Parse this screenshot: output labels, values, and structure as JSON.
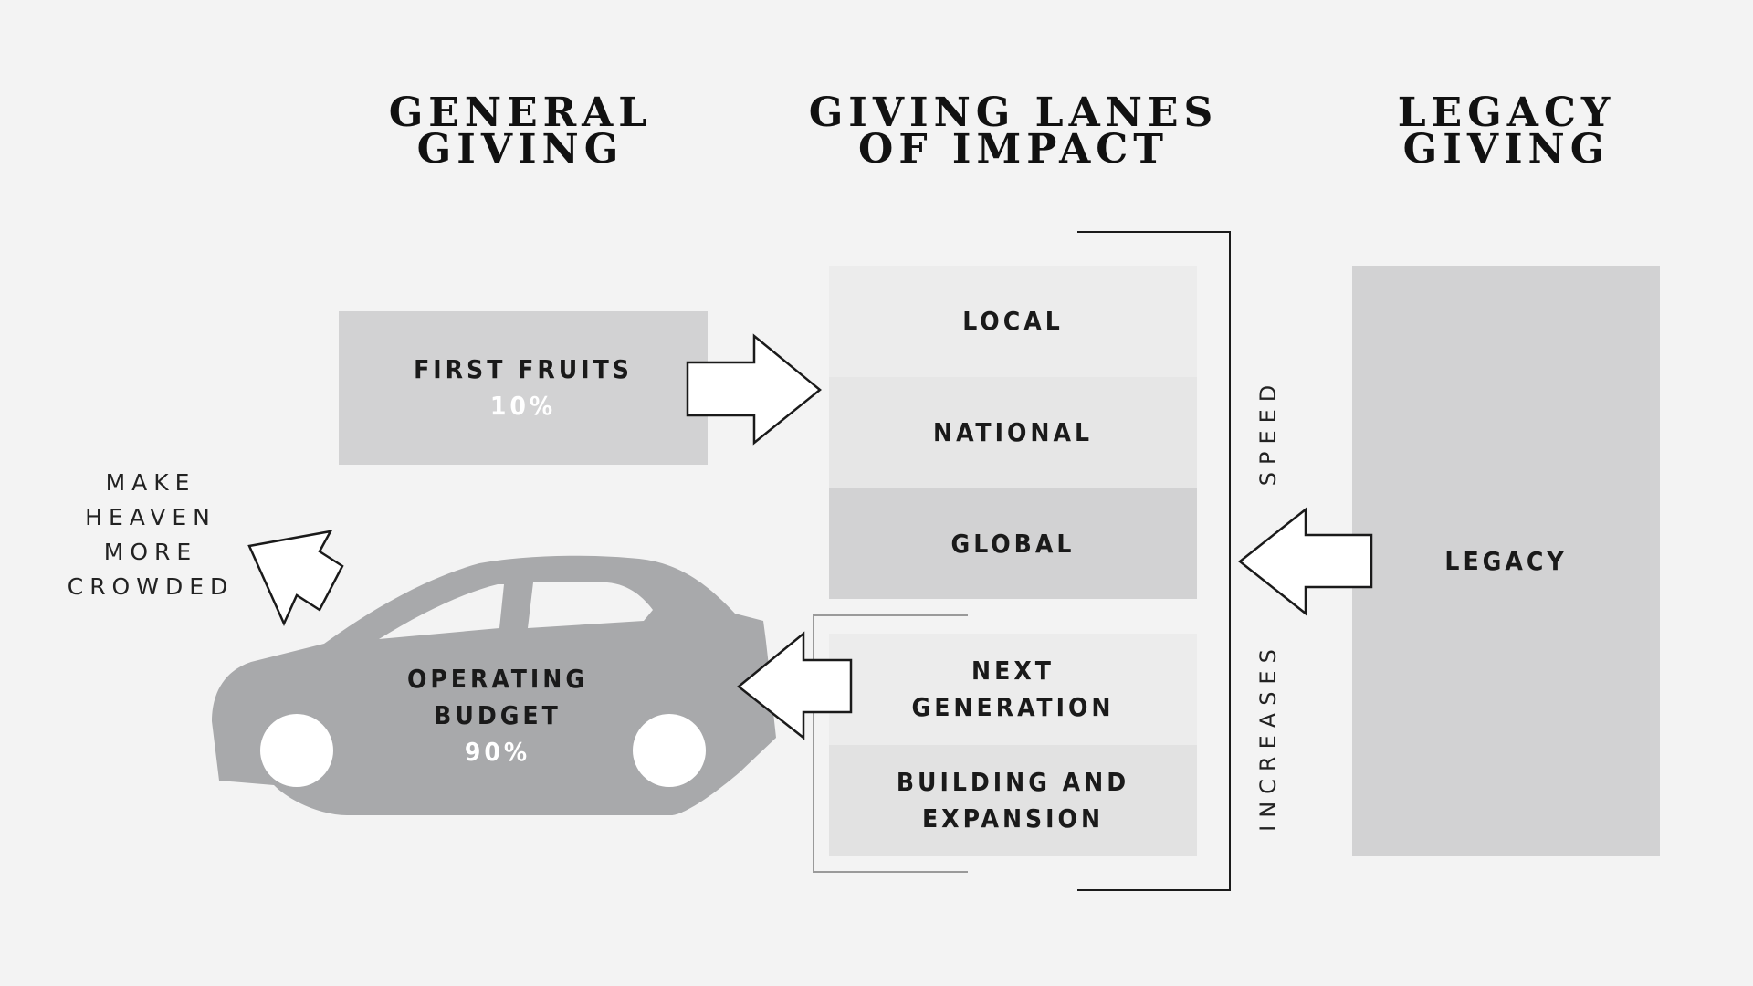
{
  "headings": {
    "general": [
      "GENERAL",
      "GIVING"
    ],
    "lanes": [
      "GIVING LANES",
      "OF IMPACT"
    ],
    "legacy": [
      "LEGACY",
      "GIVING"
    ]
  },
  "first_fruits": {
    "label": "FIRST FRUITS",
    "percent": "10%"
  },
  "lanes": {
    "local": "LOCAL",
    "national": "NATIONAL",
    "global": "GLOBAL",
    "next_generation": [
      "NEXT",
      "GENERATION"
    ],
    "building": [
      "BUILDING AND",
      "EXPANSION"
    ]
  },
  "legacy_box": "LEGACY",
  "operating": {
    "line1": "OPERATING",
    "line2": "BUDGET",
    "percent": "90%"
  },
  "make_heaven": [
    "MAKE",
    "HEAVEN",
    "MORE",
    "CROWDED"
  ],
  "side_labels": {
    "speed": "SPEED",
    "increases": "INCREASES"
  },
  "colors": {
    "background": "#f3f3f3",
    "box_light": "#ececec",
    "box_mid": "#e6e6e6",
    "box_dark": "#d2d2d3",
    "car": "#a8a9ab"
  }
}
